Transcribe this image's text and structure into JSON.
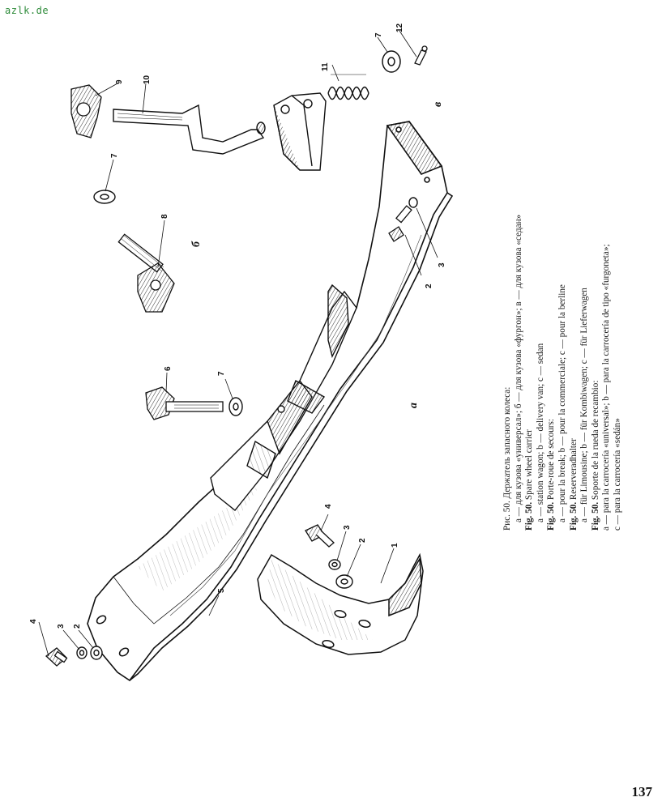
{
  "site_tag": "azlk.de",
  "page_number": "137",
  "view_letters": {
    "a": "а",
    "b": "б",
    "c": "в"
  },
  "part_numbers": {
    "p1": "1",
    "p2a": "2",
    "p2b": "2",
    "p2c": "2",
    "p3a": "3",
    "p3b": "3",
    "p3c": "3",
    "p4a": "4",
    "p4b": "4",
    "p5": "5",
    "p6": "6",
    "p7a": "7",
    "p7b": "7",
    "p7c": "7",
    "p8": "8",
    "p9": "9",
    "p10": "10",
    "p11": "11",
    "p12": "12"
  },
  "caption": {
    "ru": {
      "title": "Рис. 50. Держатель запасного колеса:",
      "items": "а — для кузова «универсал»; б — для кузова «фургон»; в — для кузова «седан»"
    },
    "en": {
      "label": "Fig. 50.",
      "title": "Spare wheel carrier",
      "items": "a — station wagon; b — delivery van; c — sedan"
    },
    "fr": {
      "label": "Fig. 50.",
      "title": "Porte-roue de secours:",
      "items": "a — pour la break; b — pour la commerciale; c — pour la berline"
    },
    "de": {
      "label": "Fig. 50.",
      "title": "Reserveradhalter",
      "items": "a — für Limousine; b — für Kombiwagen; c — für Lieferwagen"
    },
    "es": {
      "label": "Fig. 50.",
      "title": "Soporte de la rueda de recambio:",
      "items_1": "a — para la carrocería «universal»; b — para la carrocería de tipo «furgoneta»;",
      "items_2": "c — para la carrocería «sedán»"
    }
  }
}
